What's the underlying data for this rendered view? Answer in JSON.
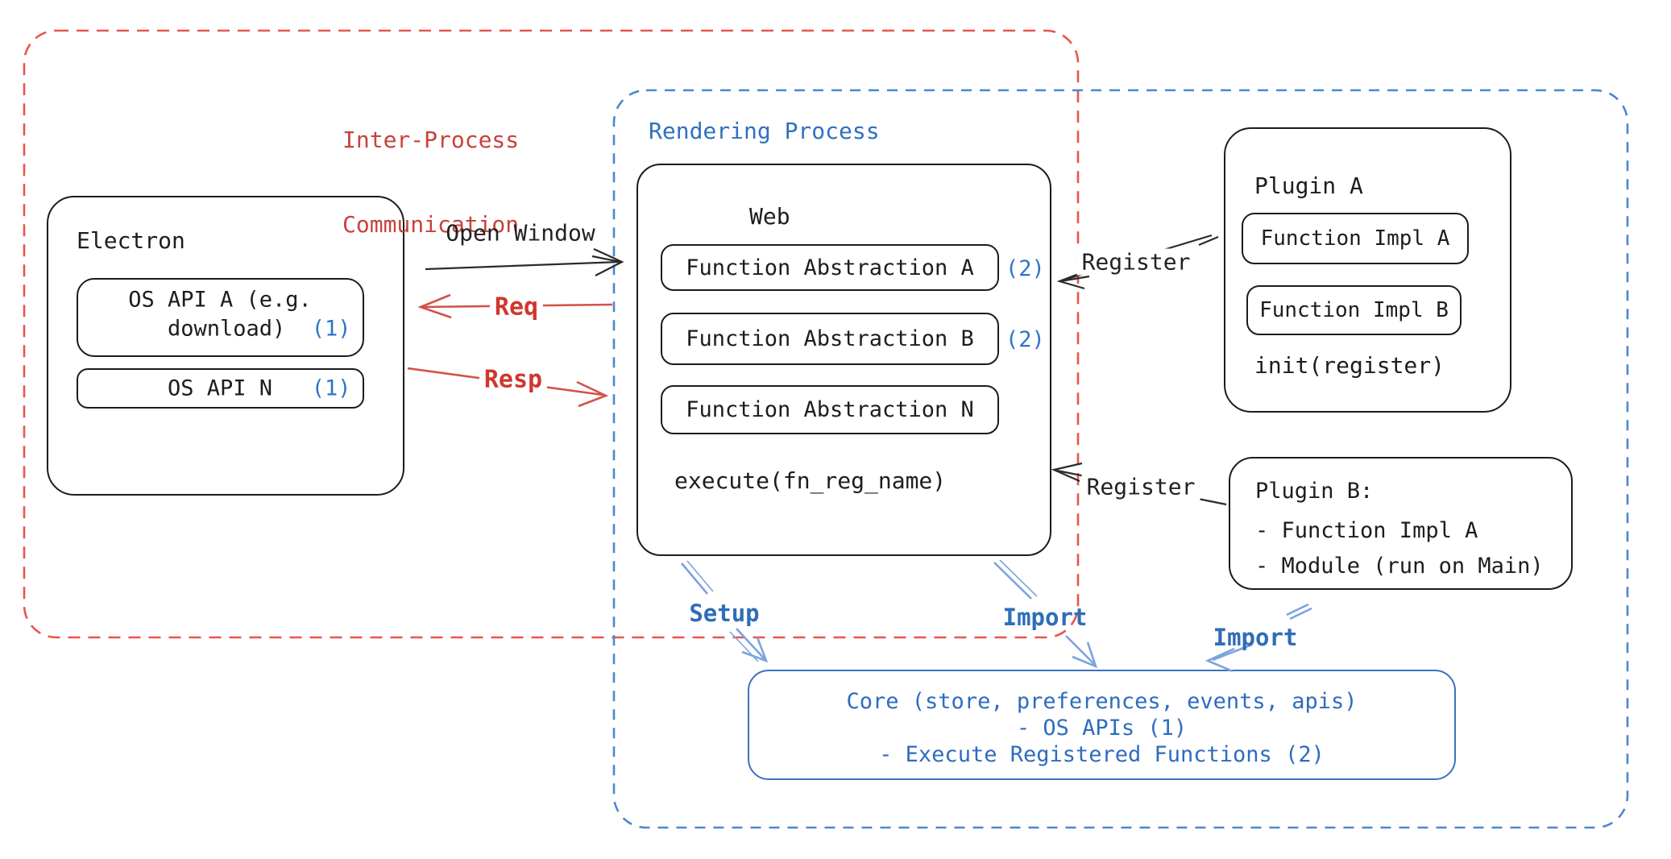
{
  "ipc_region": {
    "title_line1": "Inter-Process",
    "title_line2": "Communication"
  },
  "rendering_region": {
    "title": "Rendering Process"
  },
  "electron": {
    "title": "Electron",
    "os_api_a_line1": "OS API A (e.g.",
    "os_api_a_line2": "download)",
    "os_api_a_badge": "(1)",
    "os_api_n_label": "OS API N",
    "os_api_n_badge": "(1)"
  },
  "web": {
    "title": "Web",
    "fn_abstraction_a": "Function Abstraction A",
    "fn_abstraction_a_badge": "(2)",
    "fn_abstraction_b": "Function Abstraction B",
    "fn_abstraction_b_badge": "(2)",
    "fn_abstraction_n": "Function Abstraction N",
    "execute_label": "execute(fn_reg_name)"
  },
  "plugin_a": {
    "title": "Plugin A",
    "impl_a": "Function Impl A",
    "impl_b": "Function Impl B",
    "init_label": "init(register)"
  },
  "plugin_b": {
    "line1": "Plugin B:",
    "line2": "- Function Impl A",
    "line3": "- Module (run on Main)"
  },
  "core": {
    "line1": "Core (store, preferences, events, apis)",
    "line2": "- OS APIs (1)",
    "line3": "- Execute Registered Functions (2)"
  },
  "arrows": {
    "open_window": "Open Window",
    "req": "Req",
    "resp": "Resp",
    "register_top": "Register",
    "register_bottom": "Register",
    "setup": "Setup",
    "import_web": "Import",
    "import_plugin": "Import"
  },
  "colors": {
    "red_dash": "#e8564d",
    "red_text": "#c8423c",
    "red_arrow": "#d05348",
    "blue_dash": "#4d86d1",
    "blue_text": "#2f6db8",
    "blue_arrow": "#7ba3de",
    "core_border": "#3b72bd",
    "badge_blue": "#2e74c8",
    "ink": "#2b2b2b"
  }
}
